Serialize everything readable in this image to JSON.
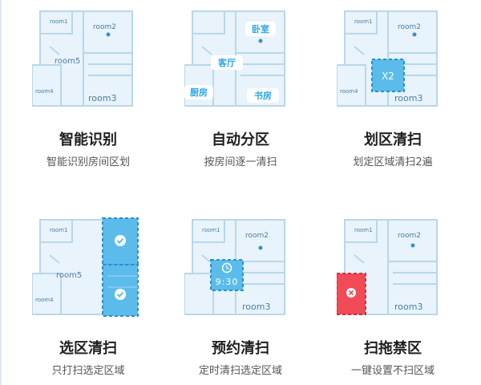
{
  "colors": {
    "wall": "#b9d7ea",
    "floor": "#e8f3fb",
    "room_label": "#4a7fa6",
    "accent": "#2aa6e6",
    "accent_fill": "#5bbcec",
    "forbid": "#f04b57",
    "dot": "#3d8fc4"
  },
  "room_names": {
    "room1": "room1",
    "room2": "room2",
    "room3": "room3",
    "room4": "room4",
    "room5": "room5"
  },
  "features": [
    {
      "title": "智能识别",
      "subtitle": "智能识别房间区划"
    },
    {
      "title": "自动分区",
      "subtitle": "按房间逐一清扫",
      "tags": {
        "bedroom": "卧室",
        "living": "客厅",
        "kitchen": "厨房",
        "study": "书房"
      }
    },
    {
      "title": "划区清扫",
      "subtitle": "划定区域清扫2遍",
      "zone_label": "X2"
    },
    {
      "title": "选区清扫",
      "subtitle": "只打扫选定区域",
      "check_icon": "check-circle-icon"
    },
    {
      "title": "预约清扫",
      "subtitle": "定时清扫选定区域",
      "time": "9:30",
      "clock_icon": "clock-icon"
    },
    {
      "title": "扫拖禁区",
      "subtitle": "一键设置不扫区域",
      "forbid_icon": "close-circle-icon"
    }
  ]
}
